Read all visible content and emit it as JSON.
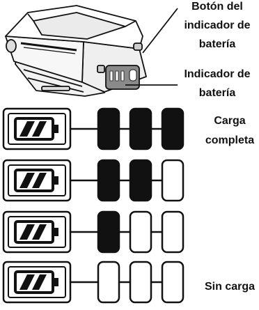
{
  "callouts": {
    "button_line1": "Botón del",
    "button_line2": "indicador de",
    "button_line3": "batería",
    "indicator_line1": "Indicador de",
    "indicator_line2": "batería"
  },
  "levels": [
    {
      "fill": 3,
      "max": 3,
      "label_line1": "Carga",
      "label_line2": "completa"
    },
    {
      "fill": 2,
      "max": 3
    },
    {
      "fill": 1,
      "max": 3
    },
    {
      "fill": 0,
      "max": 3,
      "label_line1": "Sin carga"
    }
  ],
  "colors": {
    "ink": "#111111",
    "paper": "#ffffff",
    "device_body": "#e9e9e9",
    "device_panel": "#8a8a8a"
  }
}
